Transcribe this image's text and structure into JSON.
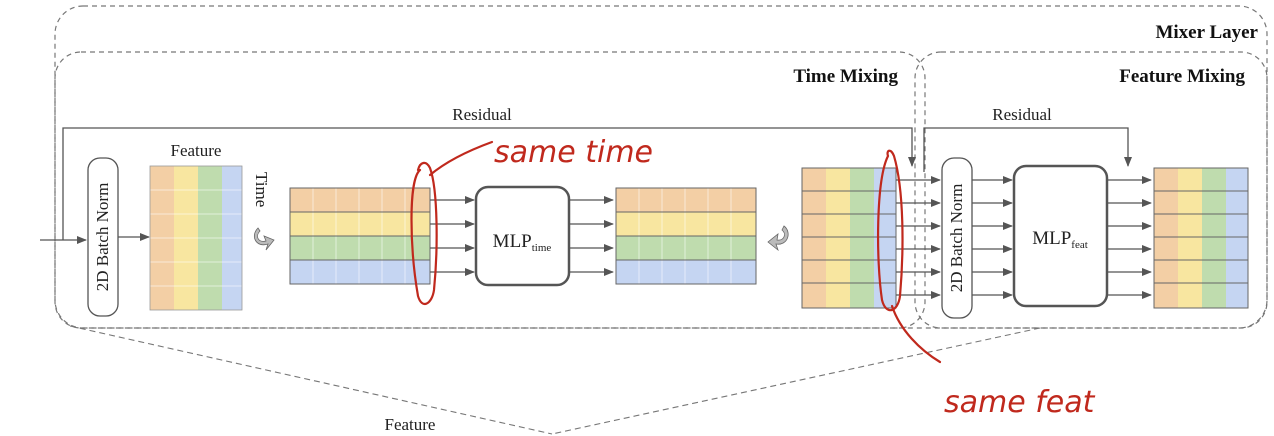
{
  "labels": {
    "mixer_layer": "Mixer Layer",
    "time_mixing": "Time Mixing",
    "feature_mixing": "Feature Mixing",
    "residual_time": "Residual",
    "residual_feat": "Residual",
    "feature_top": "Feature",
    "time_axis": "Time",
    "batch_norm_1": "2D Batch Norm",
    "batch_norm_2": "2D Batch Norm",
    "mlp_time_main": "MLP",
    "mlp_time_sub": "time",
    "mlp_feat_main": "MLP",
    "mlp_feat_sub": "feat",
    "feature_bottom": "Feature"
  },
  "annotations": {
    "handwritten_1": "same time",
    "handwritten_2": "same feat"
  },
  "colors": {
    "orange": "#f3cfa5",
    "yellow": "#f8e6a0",
    "green": "#bfdcae",
    "blue": "#c5d5f2",
    "ink": "#c0291d",
    "line": "#555555"
  }
}
